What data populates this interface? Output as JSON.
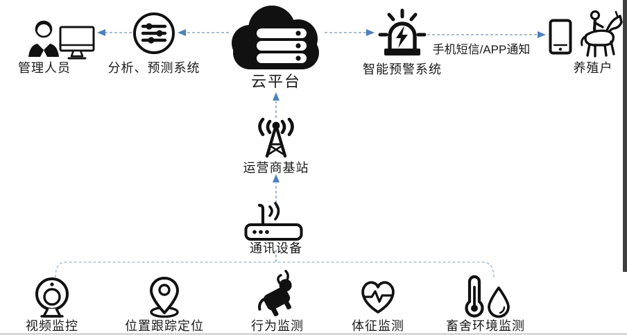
{
  "colors": {
    "arrow": "#8aa5c4",
    "arrowhead": "#4f81bd",
    "bus_line": "#a9c3da",
    "icon": "#111111",
    "text": "#1a1a1a"
  },
  "nodes": {
    "manager": {
      "label": "管理人员",
      "icons": [
        "person-icon",
        "monitor-icon"
      ]
    },
    "analysis": {
      "label": "分析、预测系统",
      "icons": [
        "sliders-circle-icon"
      ]
    },
    "cloud": {
      "label": "云平台",
      "icons": [
        "cloud-servers-icon"
      ]
    },
    "warning": {
      "label": "智能预警系统",
      "icons": [
        "siren-alert-icon"
      ]
    },
    "farmer": {
      "label": "养殖户",
      "icons": [
        "phone-icon",
        "horse-rider-icon"
      ]
    },
    "base_station": {
      "label": "运营商基站",
      "icons": [
        "antenna-tower-icon"
      ]
    },
    "comm_device": {
      "label": "通讯设备",
      "icons": [
        "router-icon"
      ]
    },
    "video": {
      "label": "视频监控",
      "icons": [
        "webcam-icon"
      ]
    },
    "location": {
      "label": "位置跟踪定位",
      "icons": [
        "map-pin-icon"
      ]
    },
    "behavior": {
      "label": "行为监测",
      "icons": [
        "bull-icon"
      ]
    },
    "vitals": {
      "label": "体征监测",
      "icons": [
        "heart-ecg-icon"
      ]
    },
    "environment": {
      "label": "畜舍环境监测",
      "icons": [
        "thermometer-icon",
        "droplet-icon"
      ]
    }
  },
  "edges": {
    "notify_label": "手机短信/APP通知",
    "connections": [
      {
        "from": "cloud",
        "to": "analysis",
        "style": "dashed-arrow"
      },
      {
        "from": "analysis",
        "to": "manager",
        "style": "dashed-arrow"
      },
      {
        "from": "cloud",
        "to": "warning",
        "style": "dashed-arrow"
      },
      {
        "from": "warning",
        "to": "farmer",
        "style": "dashed-arrow",
        "label": "手机短信/APP通知"
      },
      {
        "from": "base_station",
        "to": "cloud",
        "style": "dashed-arrow"
      },
      {
        "from": "comm_device",
        "to": "base_station",
        "style": "dashed-arrow"
      },
      {
        "from": "comm_device",
        "to": "video",
        "style": "dashed-line"
      },
      {
        "from": "comm_device",
        "to": "location",
        "style": "dashed-line"
      },
      {
        "from": "comm_device",
        "to": "behavior",
        "style": "dashed-line"
      },
      {
        "from": "comm_device",
        "to": "vitals",
        "style": "dashed-line"
      },
      {
        "from": "comm_device",
        "to": "environment",
        "style": "dashed-line"
      }
    ]
  }
}
